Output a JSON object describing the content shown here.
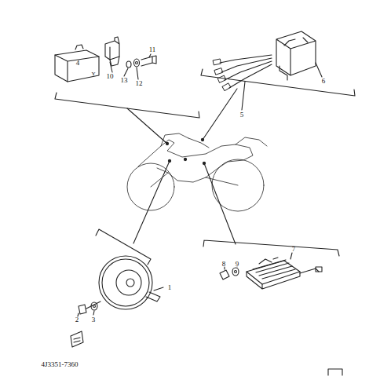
{
  "diagram": {
    "labels": [
      "11",
      "4",
      "Y",
      "10",
      "13",
      "12",
      "6",
      "5",
      "7",
      "8",
      "9",
      "1",
      "2",
      "3",
      "4J3351-7360"
    ]
  }
}
